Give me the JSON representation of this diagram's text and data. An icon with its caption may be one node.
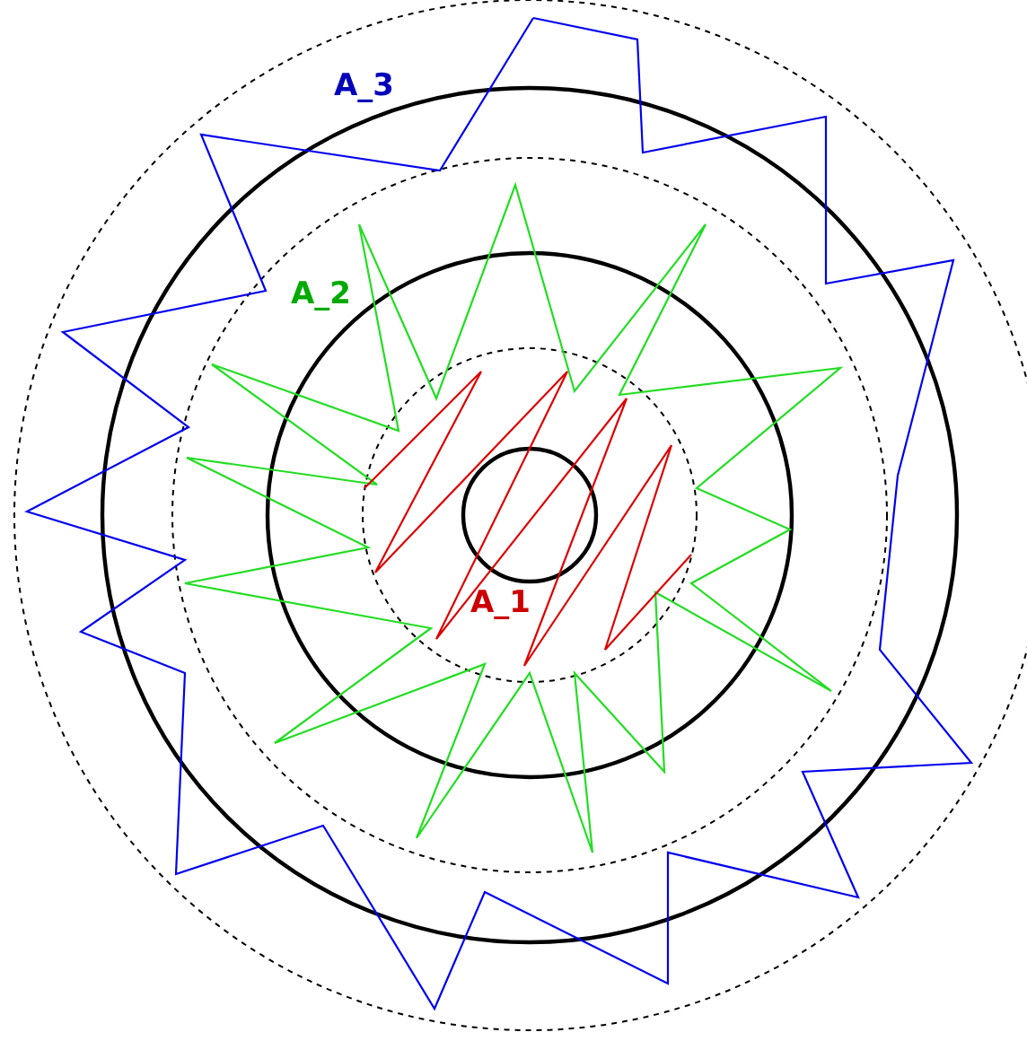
{
  "diagram": {
    "labels": [
      "A_3",
      "A_2",
      "A_1"
    ]
  }
}
